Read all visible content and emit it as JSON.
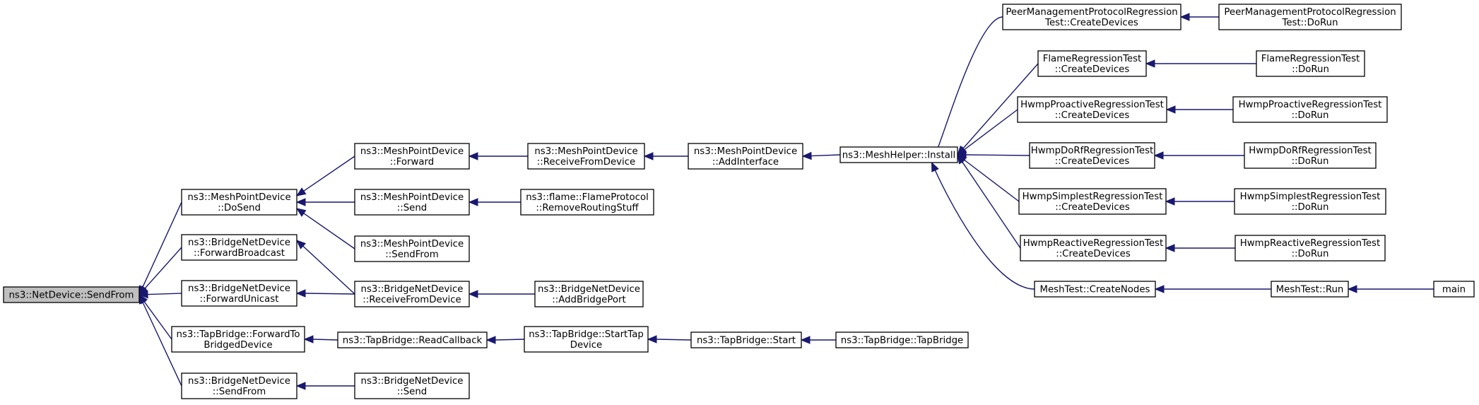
{
  "diagram": {
    "type": "doxygen-caller-graph",
    "edge_color": "#191970",
    "root_fill": "#bfbfbf",
    "nodes": [
      {
        "id": "sendfrom",
        "lines": [
          "ns3::NetDevice::SendFrom"
        ],
        "root": true
      },
      {
        "id": "mpd_dosend",
        "lines": [
          "ns3::MeshPointDevice",
          "::DoSend"
        ]
      },
      {
        "id": "bnd_fwdbcast",
        "lines": [
          "ns3::BridgeNetDevice",
          "::ForwardBroadcast"
        ]
      },
      {
        "id": "bnd_fwdunicast",
        "lines": [
          "ns3::BridgeNetDevice",
          "::ForwardUnicast"
        ]
      },
      {
        "id": "tap_fwdbridged",
        "lines": [
          "ns3::TapBridge::ForwardTo",
          "BridgedDevice"
        ]
      },
      {
        "id": "bnd_sendfrom",
        "lines": [
          "ns3::BridgeNetDevice",
          "::SendFrom"
        ]
      },
      {
        "id": "mpd_forward",
        "lines": [
          "ns3::MeshPointDevice",
          "::Forward"
        ]
      },
      {
        "id": "mpd_send",
        "lines": [
          "ns3::MeshPointDevice",
          "::Send"
        ]
      },
      {
        "id": "mpd_sendfrom",
        "lines": [
          "ns3::MeshPointDevice",
          "::SendFrom"
        ]
      },
      {
        "id": "bnd_recvfrom",
        "lines": [
          "ns3::BridgeNetDevice",
          "::ReceiveFromDevice"
        ]
      },
      {
        "id": "tap_readcb",
        "lines": [
          "ns3::TapBridge::ReadCallback"
        ]
      },
      {
        "id": "bnd_send",
        "lines": [
          "ns3::BridgeNetDevice",
          "::Send"
        ]
      },
      {
        "id": "mpd_recvfrom",
        "lines": [
          "ns3::MeshPointDevice",
          "::ReceiveFromDevice"
        ]
      },
      {
        "id": "flame_remove",
        "lines": [
          "ns3::flame::FlameProtocol",
          "::RemoveRoutingStuff"
        ]
      },
      {
        "id": "bnd_addport",
        "lines": [
          "ns3::BridgeNetDevice",
          "::AddBridgePort"
        ]
      },
      {
        "id": "tap_starttap",
        "lines": [
          "ns3::TapBridge::StartTap",
          "Device"
        ]
      },
      {
        "id": "mpd_addif",
        "lines": [
          "ns3::MeshPointDevice",
          "::AddInterface"
        ]
      },
      {
        "id": "tap_start",
        "lines": [
          "ns3::TapBridge::Start"
        ]
      },
      {
        "id": "meshhelper",
        "lines": [
          "ns3::MeshHelper::Install"
        ]
      },
      {
        "id": "tap_ctor",
        "lines": [
          "ns3::TapBridge::TapBridge"
        ]
      },
      {
        "id": "pmp_create",
        "lines": [
          "PeerManagementProtocolRegression",
          "Test::CreateDevices"
        ]
      },
      {
        "id": "flame_create",
        "lines": [
          "FlameRegressionTest",
          "::CreateDevices"
        ]
      },
      {
        "id": "hpro_create",
        "lines": [
          "HwmpProactiveRegressionTest",
          "::CreateDevices"
        ]
      },
      {
        "id": "hdorf_create",
        "lines": [
          "HwmpDoRfRegressionTest",
          "::CreateDevices"
        ]
      },
      {
        "id": "hsimple_create",
        "lines": [
          "HwmpSimplestRegressionTest",
          "::CreateDevices"
        ]
      },
      {
        "id": "hreact_create",
        "lines": [
          "HwmpReactiveRegressionTest",
          "::CreateDevices"
        ]
      },
      {
        "id": "meshtest_nodes",
        "lines": [
          "MeshTest::CreateNodes"
        ]
      },
      {
        "id": "pmp_dorun",
        "lines": [
          "PeerManagementProtocolRegression",
          "Test::DoRun"
        ]
      },
      {
        "id": "flame_dorun",
        "lines": [
          "FlameRegressionTest",
          "::DoRun"
        ]
      },
      {
        "id": "hpro_dorun",
        "lines": [
          "HwmpProactiveRegressionTest",
          "::DoRun"
        ]
      },
      {
        "id": "hdorf_dorun",
        "lines": [
          "HwmpDoRfRegressionTest",
          "::DoRun"
        ]
      },
      {
        "id": "hsimple_dorun",
        "lines": [
          "HwmpSimplestRegressionTest",
          "::DoRun"
        ]
      },
      {
        "id": "hreact_dorun",
        "lines": [
          "HwmpReactiveRegressionTest",
          "::DoRun"
        ]
      },
      {
        "id": "meshtest_run",
        "lines": [
          "MeshTest::Run"
        ]
      },
      {
        "id": "main",
        "lines": [
          "main"
        ]
      }
    ],
    "edges": [
      {
        "from": "mpd_dosend",
        "to": "sendfrom"
      },
      {
        "from": "bnd_fwdbcast",
        "to": "sendfrom"
      },
      {
        "from": "bnd_fwdunicast",
        "to": "sendfrom"
      },
      {
        "from": "tap_fwdbridged",
        "to": "sendfrom"
      },
      {
        "from": "bnd_sendfrom",
        "to": "sendfrom"
      },
      {
        "from": "mpd_forward",
        "to": "mpd_dosend"
      },
      {
        "from": "mpd_send",
        "to": "mpd_dosend"
      },
      {
        "from": "mpd_sendfrom",
        "to": "mpd_dosend"
      },
      {
        "from": "bnd_recvfrom",
        "to": "bnd_fwdbcast"
      },
      {
        "from": "bnd_recvfrom",
        "to": "bnd_fwdunicast"
      },
      {
        "from": "tap_readcb",
        "to": "tap_fwdbridged"
      },
      {
        "from": "bnd_send",
        "to": "bnd_sendfrom"
      },
      {
        "from": "mpd_recvfrom",
        "to": "mpd_forward"
      },
      {
        "from": "flame_remove",
        "to": "mpd_send"
      },
      {
        "from": "bnd_addport",
        "to": "bnd_recvfrom"
      },
      {
        "from": "tap_starttap",
        "to": "tap_readcb"
      },
      {
        "from": "mpd_addif",
        "to": "mpd_recvfrom"
      },
      {
        "from": "tap_start",
        "to": "tap_starttap"
      },
      {
        "from": "meshhelper",
        "to": "mpd_addif"
      },
      {
        "from": "tap_ctor",
        "to": "tap_start"
      },
      {
        "from": "pmp_create",
        "to": "meshhelper"
      },
      {
        "from": "flame_create",
        "to": "meshhelper"
      },
      {
        "from": "hpro_create",
        "to": "meshhelper"
      },
      {
        "from": "hdorf_create",
        "to": "meshhelper"
      },
      {
        "from": "hsimple_create",
        "to": "meshhelper"
      },
      {
        "from": "hreact_create",
        "to": "meshhelper"
      },
      {
        "from": "meshtest_nodes",
        "to": "meshhelper"
      },
      {
        "from": "pmp_dorun",
        "to": "pmp_create"
      },
      {
        "from": "flame_dorun",
        "to": "flame_create"
      },
      {
        "from": "hpro_dorun",
        "to": "hpro_create"
      },
      {
        "from": "hdorf_dorun",
        "to": "hdorf_create"
      },
      {
        "from": "hsimple_dorun",
        "to": "hsimple_create"
      },
      {
        "from": "hreact_dorun",
        "to": "hreact_create"
      },
      {
        "from": "meshtest_run",
        "to": "meshtest_nodes"
      },
      {
        "from": "main",
        "to": "meshtest_run"
      }
    ]
  }
}
